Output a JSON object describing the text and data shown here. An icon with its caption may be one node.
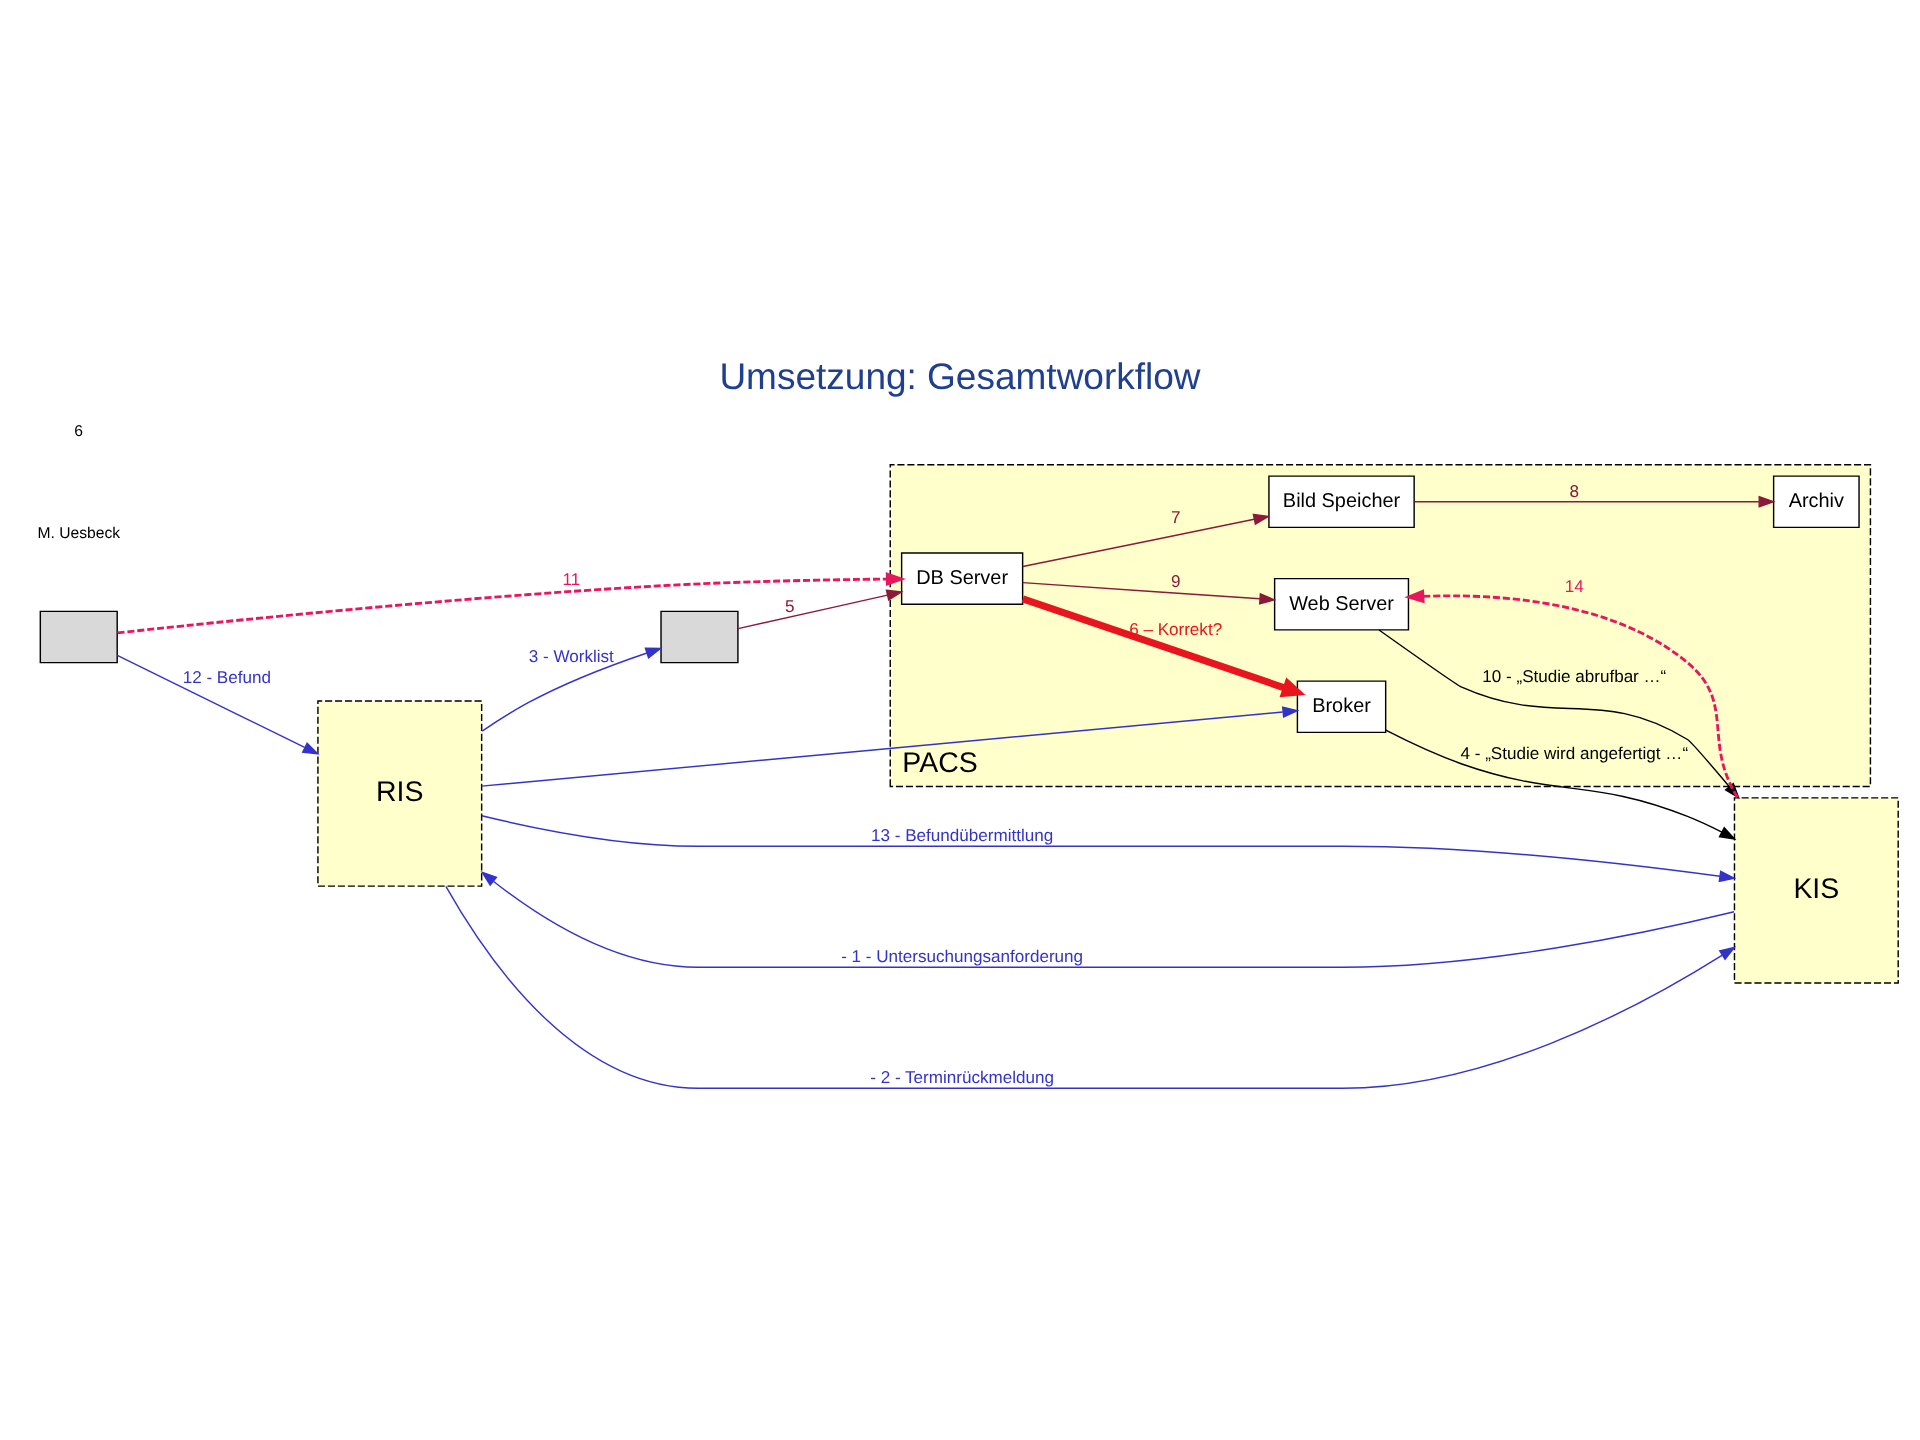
{
  "diagram": {
    "title": "Umsetzung: Gesamtworkflow",
    "nodes": [
      {
        "text": [
          "RIS"
        ]
      },
      {
        "text": [],
        "shape": "box"
      },
      {
        "text": [
          "PACS"
        ]
      },
      {
        "text": [
          "Broker"
        ],
        "in": 2
      },
      {
        "text": [
          "DB Server"
        ],
        "in": 2
      },
      {
        "text": [
          "Web Server"
        ],
        "in": 2
      },
      {
        "text": [
          "Bild Speicher"
        ],
        "in": 2
      },
      {
        "text": [
          "Archiv"
        ],
        "in": 2
      },
      {
        "text": [
          "KIS"
        ]
      },
      {
        "text": [],
        "shape": "box"
      }
    ],
    "edges": [
      {
        "from": 8,
        "to": 0,
        "arrow": "to",
        "label": "- 1 - Untersuchungsanforderung"
      },
      {
        "from": 0,
        "to": 8,
        "arrow": "to",
        "label": "- 2 - Terminrückmeldung"
      },
      {
        "from": 0,
        "to": 8,
        "arrow": "to",
        "label": "13 - Befundübermittlung"
      },
      {
        "from": 1,
        "to": 0,
        "arrow": "to",
        "label": "12 - Befund"
      },
      {
        "from": 0,
        "to": 9,
        "arrow": "to",
        "label": "3 - Worklist"
      },
      {
        "from": 0,
        "to": 3,
        "arrow": "to"
      },
      {
        "from": 3,
        "to": 8,
        "arrow": "to",
        "label": "4 - „Studie wird angefertigt …“",
        "color": "#000000"
      },
      {
        "from": 1,
        "to": 4,
        "arrow": "to",
        "label": "11",
        "style": "dashed",
        "color": "#e8175d"
      },
      {
        "from": 4,
        "to": 3,
        "arrow": "to",
        "label": "6 – Korrekt?",
        "style": "thick",
        "color": "#e8141e"
      },
      {
        "from": 9,
        "to": 4,
        "arrow": "to",
        "label": "5",
        "color": "#8b1a3a"
      },
      {
        "from": 4,
        "to": 5,
        "arrow": "to",
        "label": "9",
        "color": "#8b1a3a"
      },
      {
        "from": 5,
        "to": 8,
        "arrow": "to",
        "label": "10 - „Studie abrufbar …“",
        "color": "#000000"
      },
      {
        "from": 8,
        "to": 5,
        "arrow": "to",
        "label": "14",
        "style": "dashed",
        "color": "#e8175d"
      },
      {
        "from": 4,
        "to": 6,
        "arrow": "to",
        "label": "7",
        "color": "#8b1a3a"
      },
      {
        "from": 6,
        "to": 7,
        "arrow": "to",
        "label": "8",
        "color": "#8b1a3a"
      }
    ],
    "labels": [
      "M. Uesbeck",
      "6"
    ]
  }
}
